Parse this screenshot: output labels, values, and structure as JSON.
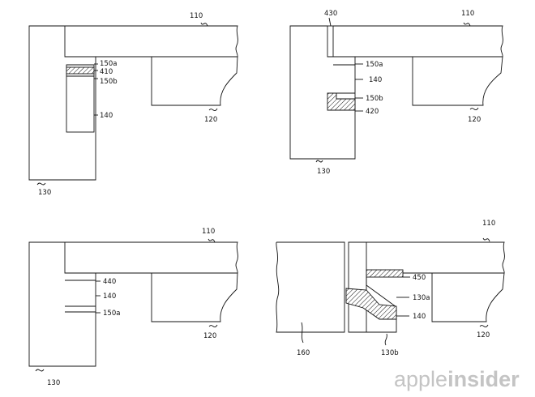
{
  "figures": {
    "top_left": {
      "cover_label": "110",
      "display_label": "120",
      "housing_label": "130",
      "member_label": "140",
      "upper_layer_label": "150a",
      "adhesive_label": "410",
      "lower_layer_label": "150b"
    },
    "top_right": {
      "gap_label": "430",
      "cover_label": "110",
      "upper_layer_label": "150a",
      "member_label": "140",
      "lower_layer_label": "150b",
      "adhesive_label": "420",
      "display_label": "120",
      "housing_label": "130"
    },
    "bottom_left": {
      "cover_label": "110",
      "adhesive_label": "440",
      "member_label": "140",
      "layer_label": "150a",
      "display_label": "120",
      "housing_label": "130"
    },
    "bottom_right": {
      "cover_label": "110",
      "adhesive_label": "450",
      "housing_part_label": "130a",
      "member_label": "140",
      "display_label": "120",
      "other_label": "160",
      "housing_edge_label": "130b"
    }
  },
  "watermark": {
    "text_light": "apple",
    "text_bold": "insider"
  }
}
